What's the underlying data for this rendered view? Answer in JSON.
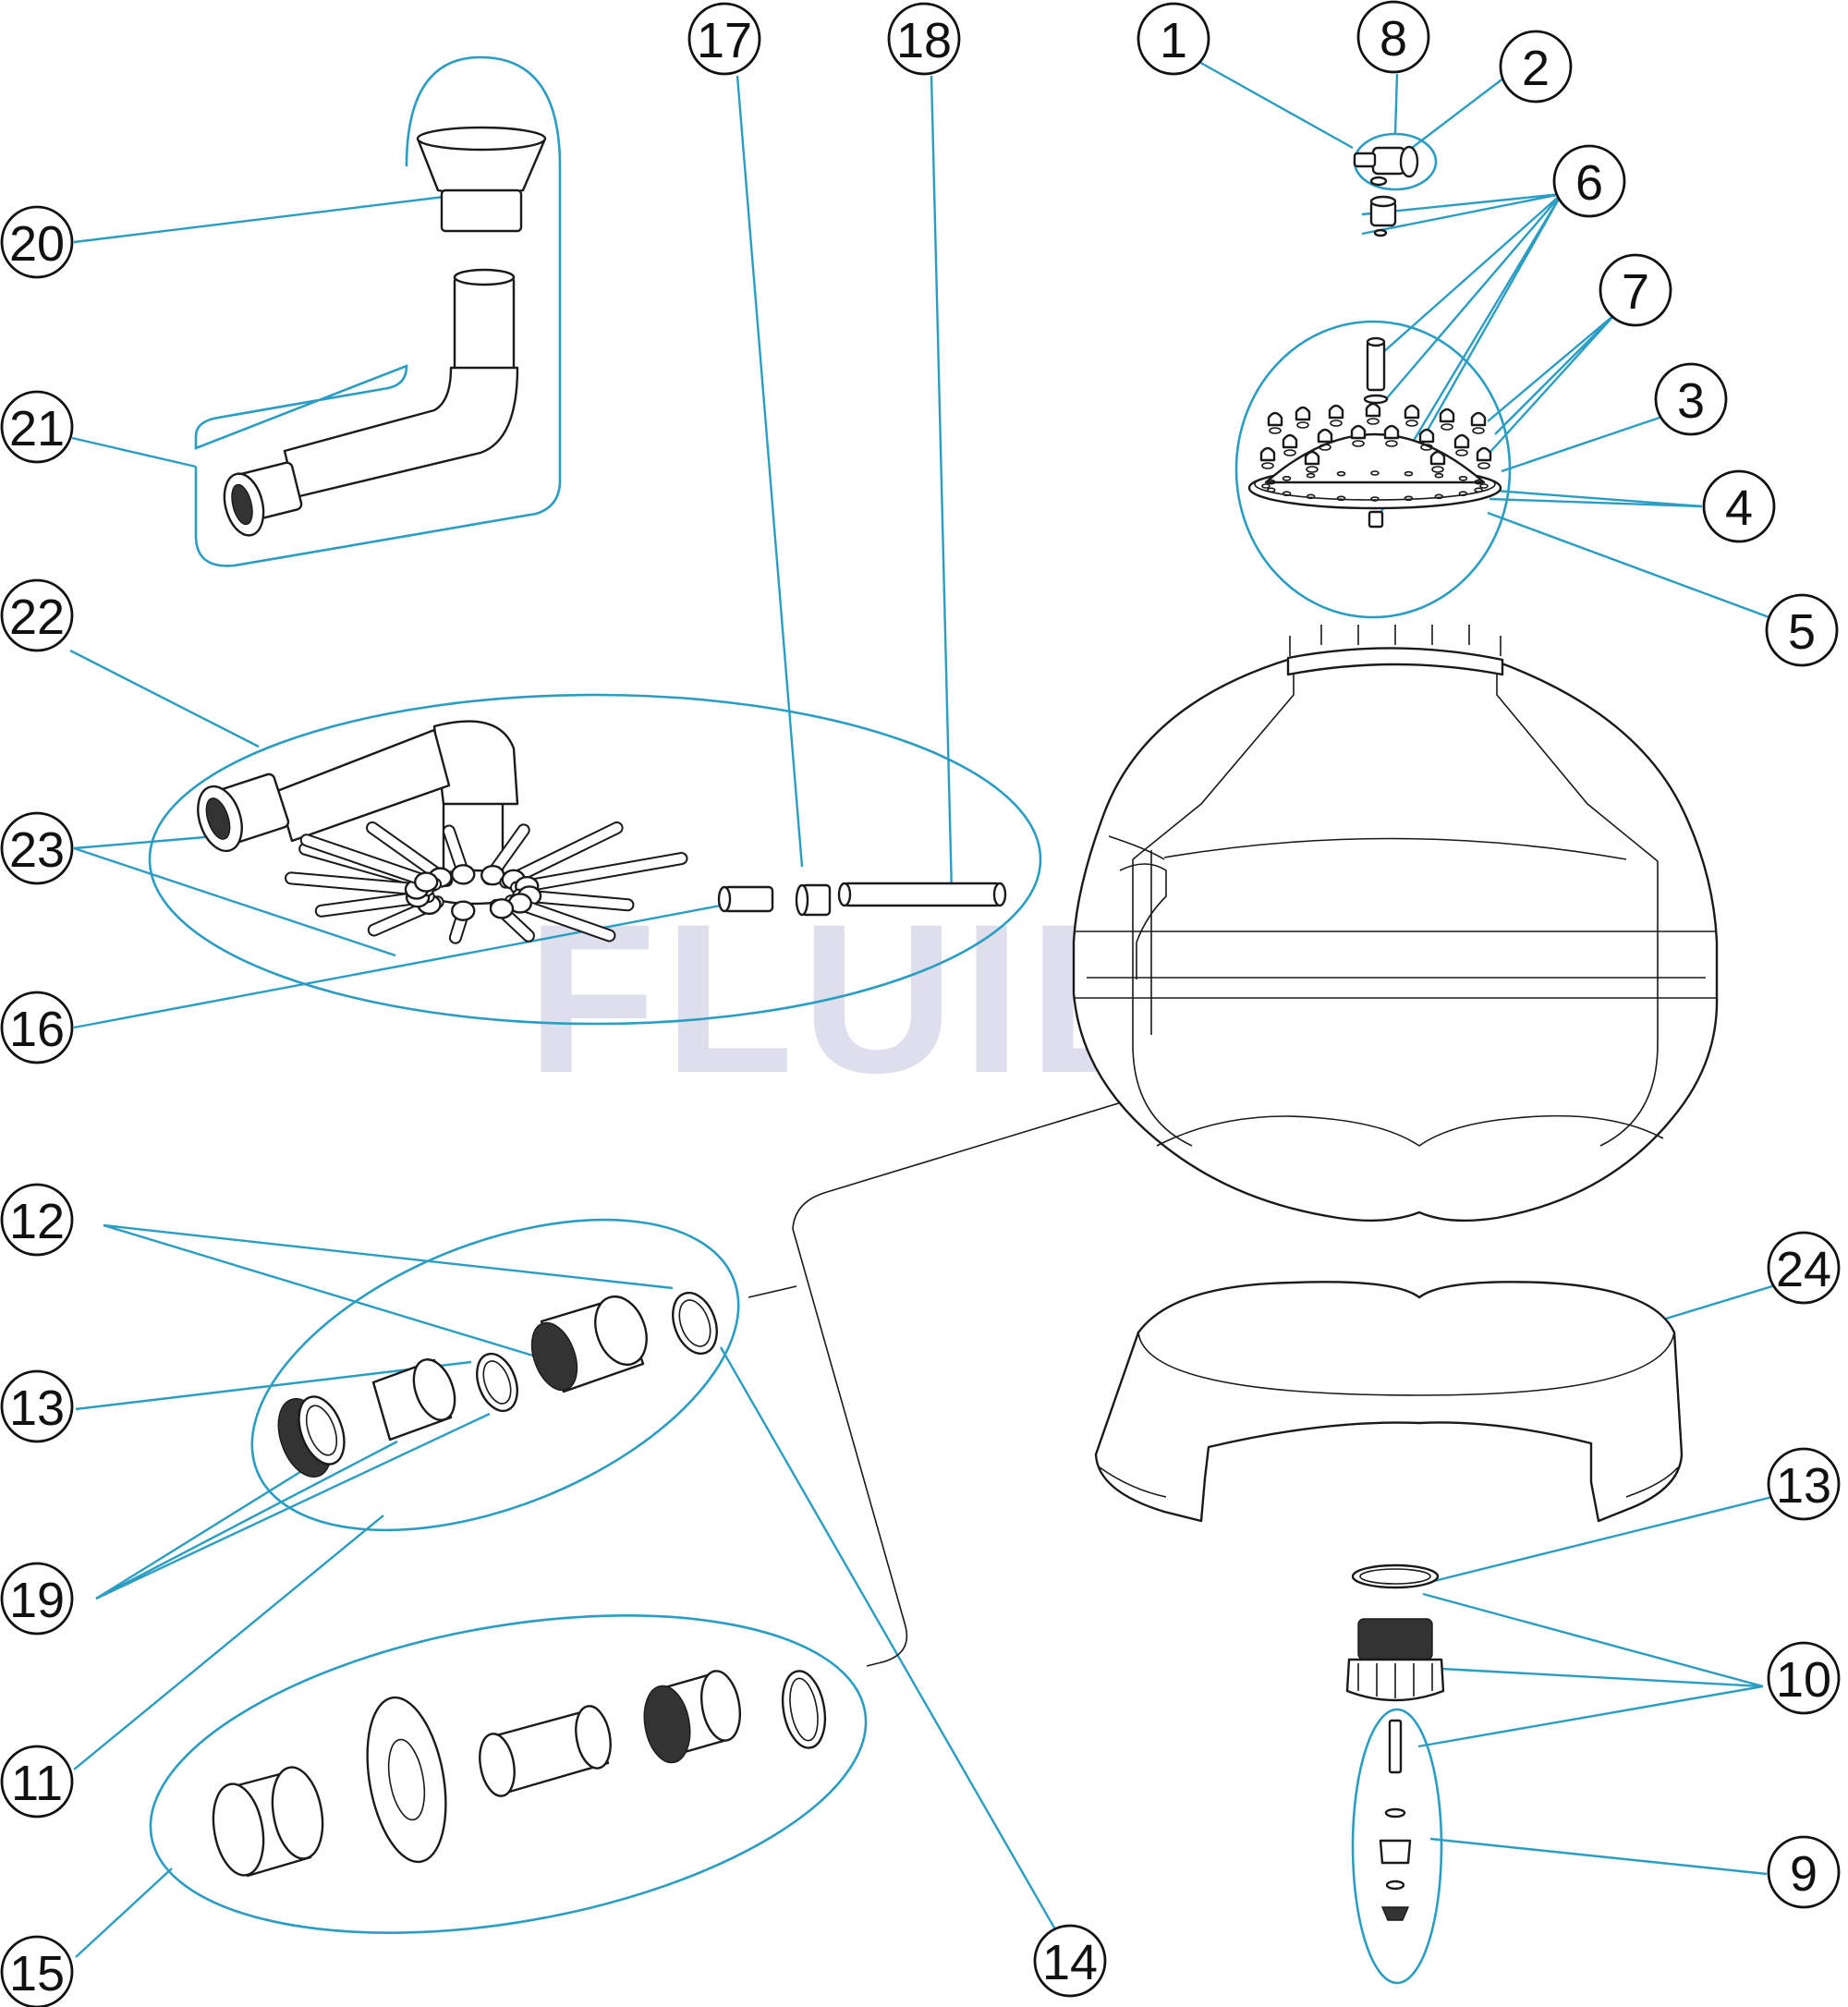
{
  "watermark": "FLUIDRA",
  "callouts": [
    {
      "id": "c1",
      "label": "1"
    },
    {
      "id": "c8",
      "label": "8"
    },
    {
      "id": "c2",
      "label": "2"
    },
    {
      "id": "c6",
      "label": "6"
    },
    {
      "id": "c7",
      "label": "7"
    },
    {
      "id": "c3",
      "label": "3"
    },
    {
      "id": "c4",
      "label": "4"
    },
    {
      "id": "c5",
      "label": "5"
    },
    {
      "id": "c17",
      "label": "17"
    },
    {
      "id": "c18",
      "label": "18"
    },
    {
      "id": "c20",
      "label": "20"
    },
    {
      "id": "c21",
      "label": "21"
    },
    {
      "id": "c22",
      "label": "22"
    },
    {
      "id": "c23",
      "label": "23"
    },
    {
      "id": "c16",
      "label": "16"
    },
    {
      "id": "c12",
      "label": "12"
    },
    {
      "id": "c13a",
      "label": "13"
    },
    {
      "id": "c19",
      "label": "19"
    },
    {
      "id": "c11",
      "label": "11"
    },
    {
      "id": "c15",
      "label": "15"
    },
    {
      "id": "c14",
      "label": "14"
    },
    {
      "id": "c24",
      "label": "24"
    },
    {
      "id": "c13b",
      "label": "13"
    },
    {
      "id": "c10",
      "label": "10"
    },
    {
      "id": "c9",
      "label": "9"
    }
  ]
}
